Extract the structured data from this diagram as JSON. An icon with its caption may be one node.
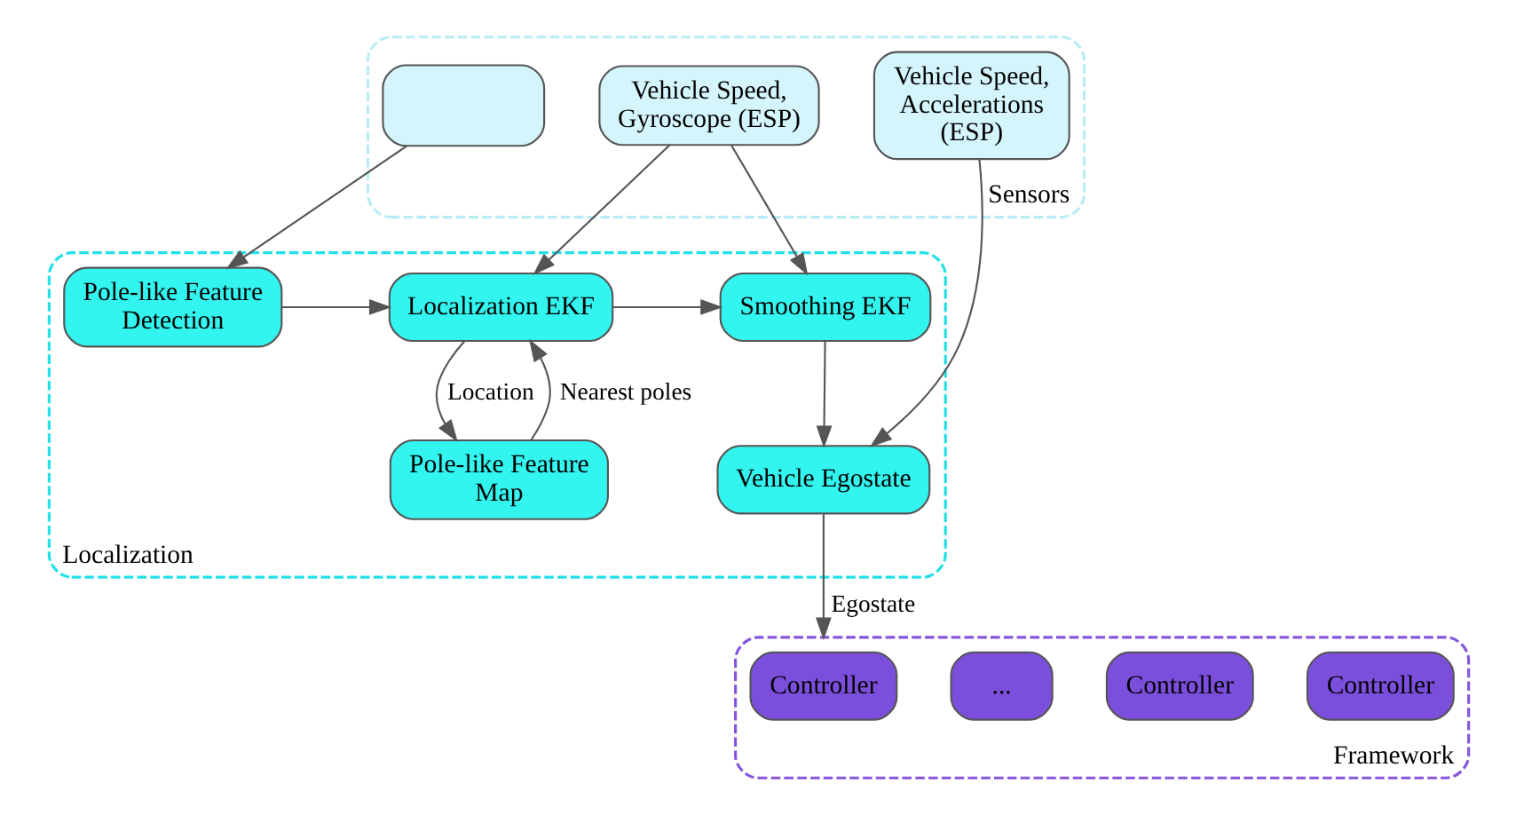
{
  "diagram": {
    "nodes": [
      {
        "text": [
          "Sensors"
        ]
      },
      {
        "text": [],
        "shape": "box",
        "in": 0
      },
      {
        "text": [
          "Vehicle Speed, Gyroscope (ESP)"
        ],
        "in": 0
      },
      {
        "text": [
          "Vehicle Speed, Accelerations (ESP)"
        ],
        "in": 0
      },
      {
        "text": [
          "Localization"
        ]
      },
      {
        "text": [
          "Pole-like Feature Detection"
        ],
        "in": 4
      },
      {
        "text": [
          "Localization EKF"
        ],
        "in": 4
      },
      {
        "text": [
          "Smoothing EKF"
        ],
        "in": 4
      },
      {
        "text": [
          "Pole-like Feature Map"
        ],
        "in": 4
      },
      {
        "text": [
          "Vehicle Egostate"
        ],
        "in": 4
      },
      {
        "text": [
          "Framework"
        ]
      },
      {
        "text": [
          "Controller"
        ],
        "in": 10
      },
      {
        "text": [
          "Controller"
        ],
        "in": 10
      },
      {
        "text": [
          "..."
        ],
        "in": 10
      },
      {
        "text": [
          "Controller"
        ],
        "in": 10
      }
    ],
    "edges": [
      {
        "from": 1,
        "to": 5,
        "arrow": "to"
      },
      {
        "from": 2,
        "to": 6,
        "arrow": "to"
      },
      {
        "from": 2,
        "to": 7,
        "arrow": "to"
      },
      {
        "from": 3,
        "to": 9,
        "arrow": "to"
      },
      {
        "from": 5,
        "to": 6,
        "arrow": "to"
      },
      {
        "from": 6,
        "to": 7,
        "arrow": "to"
      },
      {
        "from": 6,
        "to": 8,
        "label": "Location",
        "arrow": "to"
      },
      {
        "from": 8,
        "to": 6,
        "label": "Nearest poles",
        "arrow": "to"
      },
      {
        "from": 7,
        "to": 9,
        "arrow": "to"
      },
      {
        "from": 9,
        "to": 10,
        "label": "Egostate",
        "arrow": "to"
      }
    ]
  }
}
